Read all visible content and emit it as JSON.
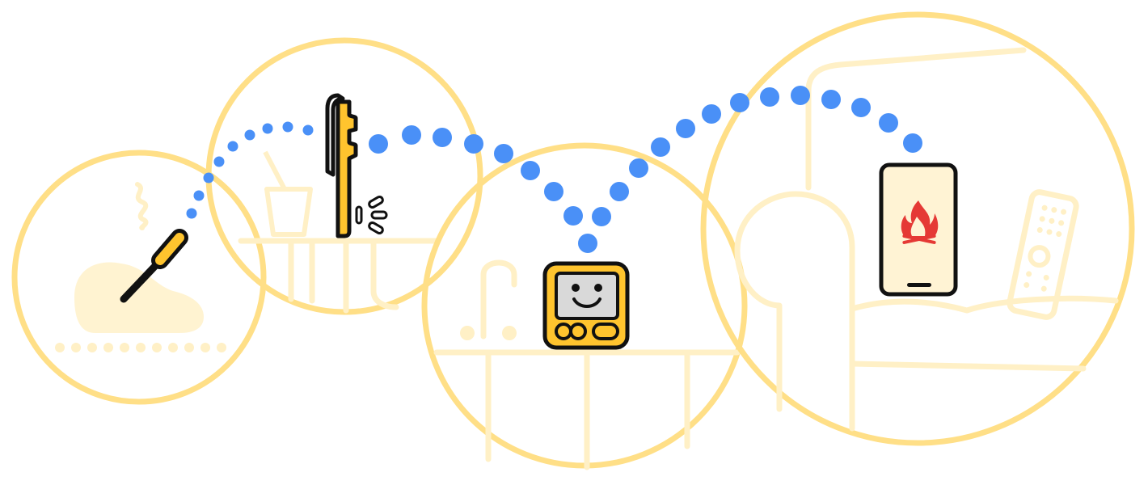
{
  "colors": {
    "circle_stroke": "#FFDF87",
    "faint_line": "#FFF0C6",
    "faint_fill": "#FFF3D1",
    "signal_dot": "#4A90F7",
    "device_yellow": "#FFC42E",
    "outline": "#111111",
    "screen_fill": "#FFF3D4",
    "phone_screen_gray": "#D9D9D9",
    "flame": "#E53935"
  },
  "scenes": [
    {
      "id": "probe-in-food",
      "icon": "meat-probe-icon"
    },
    {
      "id": "repeater-on-kitchen-counter",
      "icon": "repeater-clip-icon"
    },
    {
      "id": "display-on-table",
      "icon": "smiley-display-icon"
    },
    {
      "id": "phone-in-living-room",
      "icon": "smartphone-flame-icon"
    }
  ],
  "signal_path": {
    "icon": "wireless-signal-dots"
  }
}
